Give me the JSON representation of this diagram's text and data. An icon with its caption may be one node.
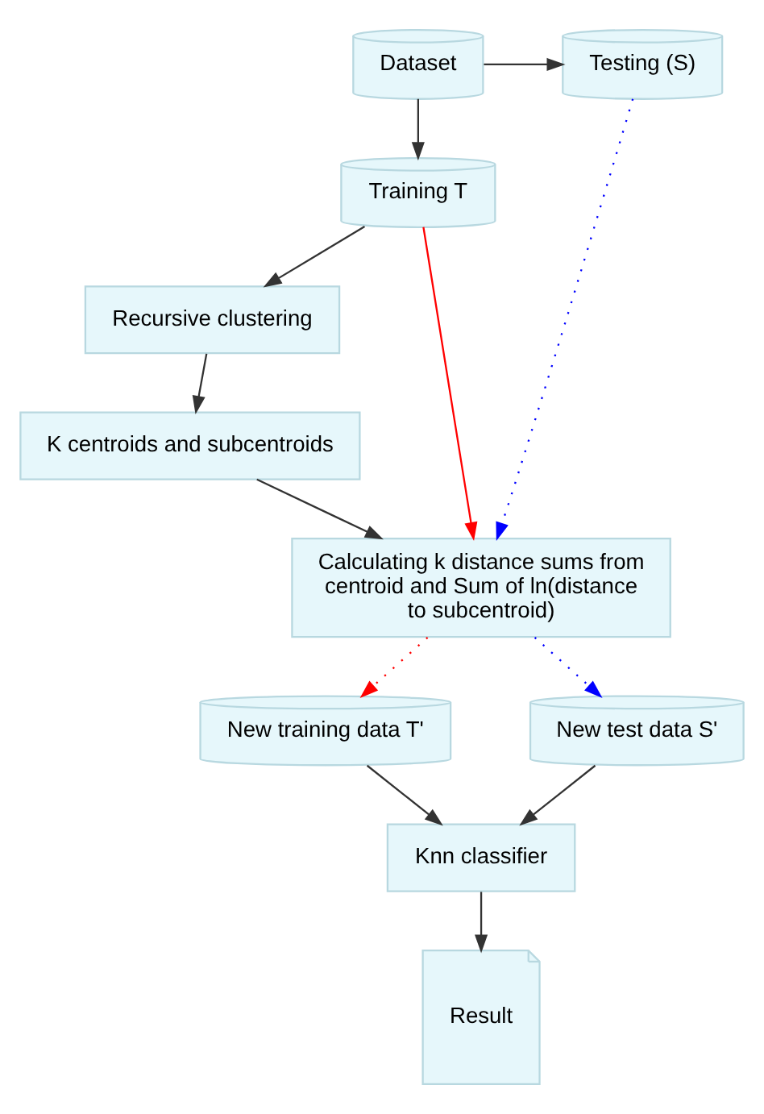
{
  "diagram": {
    "nodes": [
      {
        "text": [
          "Dataset"
        ]
      },
      {
        "text": [
          "Testing (S)"
        ]
      },
      {
        "text": [
          "Training T"
        ]
      },
      {
        "text": [
          "Recursive clustering"
        ]
      },
      {
        "text": [
          "K centroids and subcentroids"
        ]
      },
      {
        "text": [
          "Calculating k distance sums from centroid and Sum of ln(distance to subcentroid)"
        ]
      },
      {
        "text": [
          "New training data T'"
        ]
      },
      {
        "text": [
          "New test data S'"
        ]
      },
      {
        "text": [
          "Knn classifier"
        ]
      },
      {
        "text": [
          "Result"
        ]
      }
    ],
    "edges": [
      {
        "from": 0,
        "to": 1,
        "arrow": "to"
      },
      {
        "from": 0,
        "to": 2,
        "arrow": "to"
      },
      {
        "from": 2,
        "to": 3,
        "arrow": "to"
      },
      {
        "from": 3,
        "to": 4,
        "arrow": "to"
      },
      {
        "from": 4,
        "to": 5,
        "arrow": "to"
      },
      {
        "from": 2,
        "to": 5,
        "arrow": "to",
        "color": "#ff0000"
      },
      {
        "from": 1,
        "to": 5,
        "arrow": "to",
        "style": "dashed",
        "color": "#0000ff"
      },
      {
        "from": 5,
        "to": 6,
        "arrow": "to",
        "style": "dashed",
        "color": "#ff0000"
      },
      {
        "from": 5,
        "to": 7,
        "arrow": "to",
        "style": "dashed",
        "color": "#0000ff"
      },
      {
        "from": 6,
        "to": 8,
        "arrow": "to"
      },
      {
        "from": 7,
        "to": 8,
        "arrow": "to"
      },
      {
        "from": 8,
        "to": 9,
        "arrow": "to"
      }
    ]
  }
}
